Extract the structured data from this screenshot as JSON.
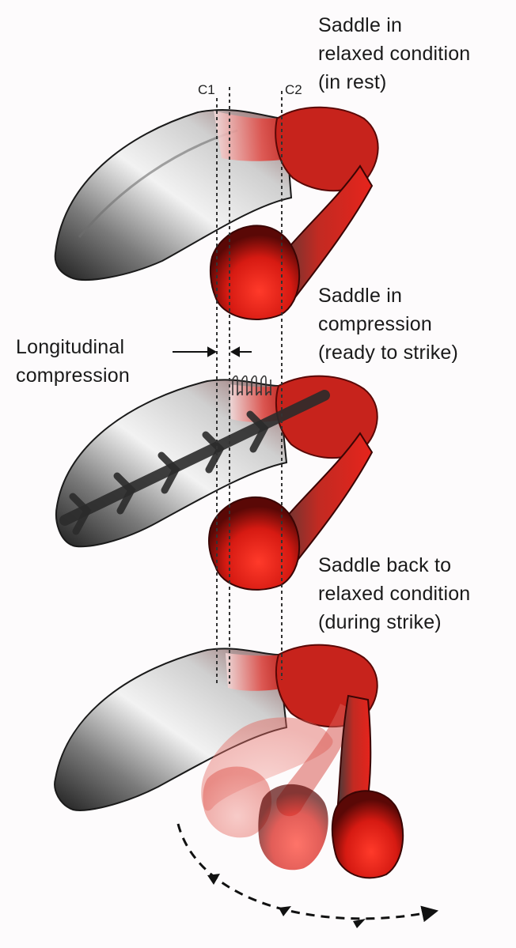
{
  "labels": {
    "relaxed": "Saddle in\nrelaxed condition\n(in rest)",
    "compression": "Saddle in\ncompression\n(ready to strike)",
    "longitudinal": "Longitudinal\ncompression",
    "back_to_relaxed": "Saddle back to\nrelaxed condition\n(during strike)",
    "c1": "C1",
    "c2": "C2"
  },
  "colors": {
    "bone_grey": "#8a8a8a",
    "bone_dark": "#2a2a2a",
    "muscle_red": "#e8201a",
    "muscle_dark": "#7a0c08",
    "arrow": "#222222"
  }
}
